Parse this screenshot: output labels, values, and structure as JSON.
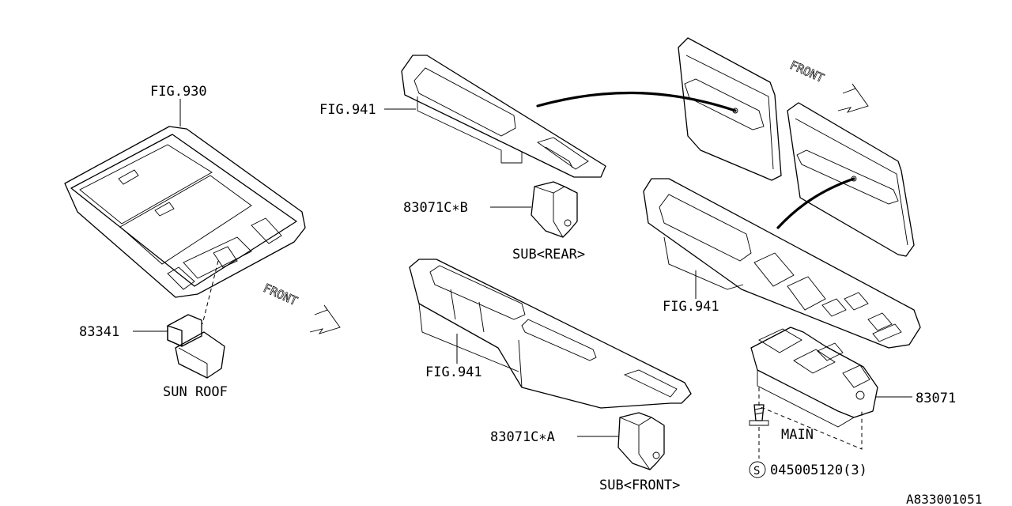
{
  "diagram": {
    "catalog_code": "A833001051",
    "front_label": "FRONT",
    "screw_symbol": "S",
    "callouts": {
      "fig930": "FIG.930",
      "fig941_top": "FIG.941",
      "fig941_right": "FIG.941",
      "fig941_bottom": "FIG.941",
      "p83341": "83341",
      "p83071cb": "83071C∗B",
      "p83071ca": "83071C∗A",
      "p83071": "83071",
      "p045005120": "045005120(3)"
    },
    "captions": {
      "sun_roof": "SUN ROOF",
      "sub_rear": "SUB<REAR>",
      "sub_front": "SUB<FRONT>",
      "main": "MAIN"
    }
  }
}
